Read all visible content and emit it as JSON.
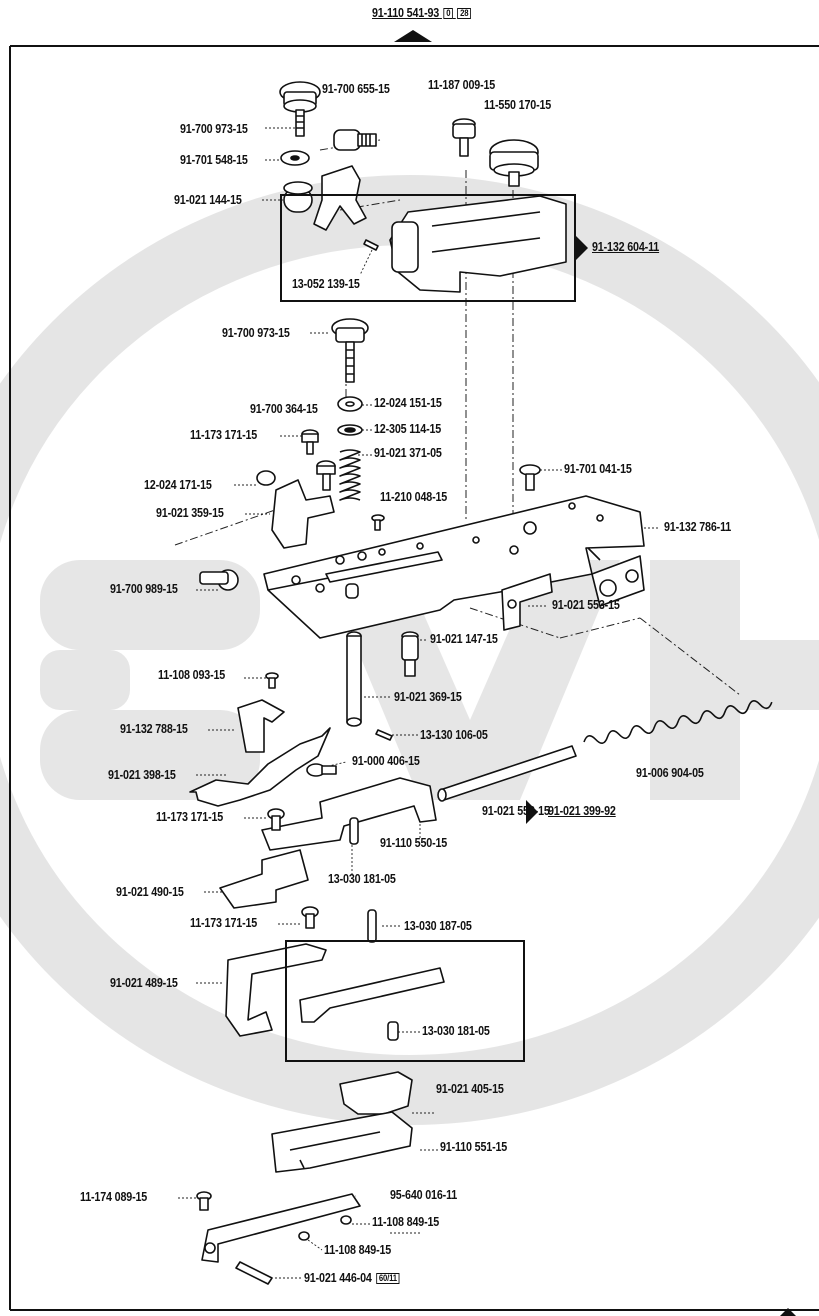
{
  "header": {
    "ref": "91-110 541-93",
    "box1": "0",
    "box2": "28"
  },
  "footer": {
    "box": "60/11"
  },
  "labels": {
    "a01": "91-700 655-15",
    "a02": "11-187 009-15",
    "a03": "11-550 170-15",
    "a04": "91-700 973-15",
    "a05": "91-701 548-15",
    "a06": "91-021 144-15",
    "a07": "91-132 604-11",
    "a08": "13-052 139-15",
    "a09": "91-700 973-15",
    "a10": "12-024 151-15",
    "a11": "91-700 364-15",
    "a12": "12-305 114-15",
    "a13": "11-173 171-15",
    "a14": "91-021 371-05",
    "a15": "91-701 041-15",
    "a16": "12-024 171-15",
    "a17": "11-210 048-15",
    "a18": "91-021 359-15",
    "a19": "91-132 786-11",
    "a20": "91-700 989-15",
    "a21": "91-021 553-15",
    "a22": "91-021 147-15",
    "a23": "11-108 093-15",
    "a24": "91-021 369-15",
    "a25": "91-132 788-15",
    "a26": "13-130 106-05",
    "a27": "91-000 406-15",
    "a28": "91-006 904-05",
    "a29": "91-021 398-15",
    "a30": "91-021 552-15",
    "a31": "11-173 171-15",
    "a32": "91-110 550-15",
    "a33": "13-030 181-05",
    "a34": "91-021 490-15",
    "a35": "11-173 171-15",
    "a36": "13-030 187-05",
    "a37": "91-021 489-15",
    "a38": "91-021 399-92",
    "a39": "13-030 181-05",
    "a40": "91-021 405-15",
    "a41": "91-110 551-15",
    "a42": "11-174 089-15",
    "a43": "95-640 016-11",
    "a44": "11-108 849-15",
    "a45": "11-108 849-15",
    "a46": "91-021 446-04"
  }
}
